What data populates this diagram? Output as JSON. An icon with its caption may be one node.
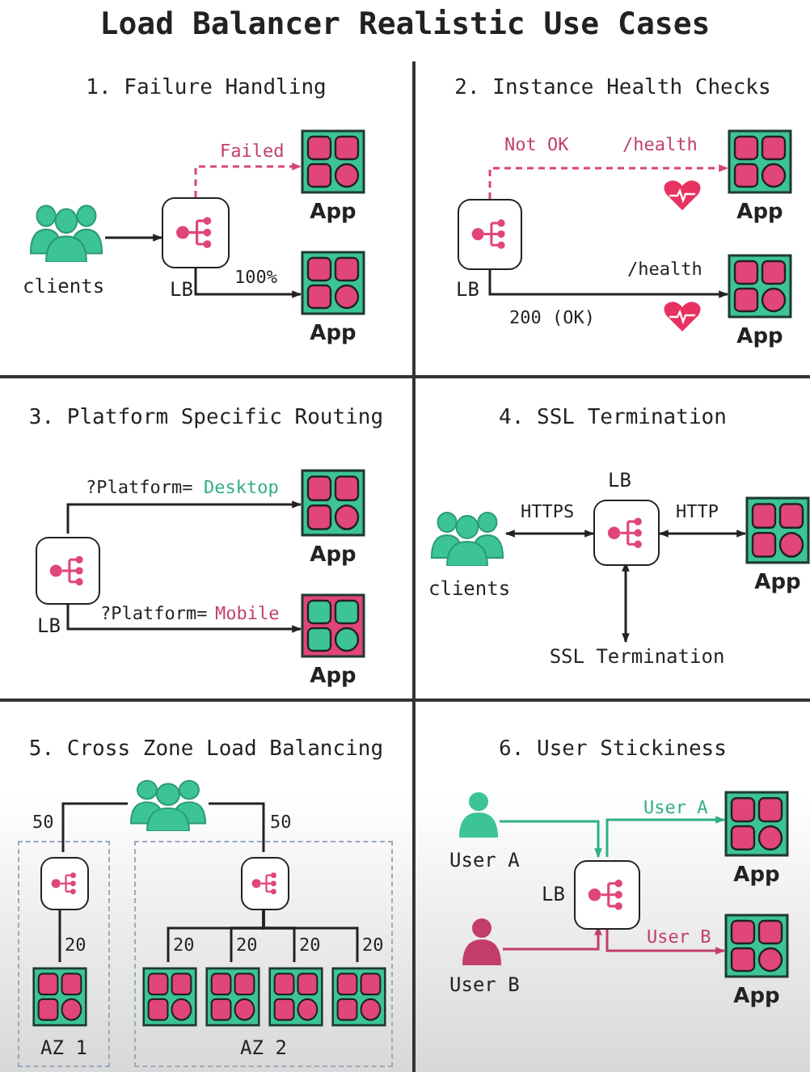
{
  "diagram": {
    "title": "Load Balancer Realistic Use Cases",
    "nodes": [
      {
        "text": [
          "1. Failure Handling"
        ]
      },
      {
        "text": [
          "clients"
        ],
        "in": 0
      },
      {
        "text": [
          "LB"
        ],
        "in": 0
      },
      {
        "text": [
          "App"
        ],
        "in": 0
      },
      {
        "text": [
          "App"
        ],
        "in": 0
      },
      {
        "text": [
          "2. Instance Health Checks"
        ]
      },
      {
        "text": [
          "LB"
        ],
        "in": 5
      },
      {
        "text": [
          "App"
        ],
        "in": 5
      },
      {
        "text": [
          "App"
        ],
        "in": 5
      },
      {
        "text": [
          "3. Platform Specific Routing"
        ]
      },
      {
        "text": [
          "LB"
        ],
        "in": 9
      },
      {
        "text": [
          "App"
        ],
        "in": 9
      },
      {
        "text": [
          "App"
        ],
        "in": 9
      },
      {
        "text": [
          "4. SSL Termination"
        ]
      },
      {
        "text": [
          "clients"
        ],
        "in": 13
      },
      {
        "text": [
          "LB"
        ],
        "in": 13
      },
      {
        "text": [
          "App"
        ],
        "in": 13
      },
      {
        "text": [
          "SSL Termination"
        ],
        "in": 13
      },
      {
        "text": [
          "5. Cross Zone Load Balancing"
        ]
      },
      {
        "text": [],
        "shape": "person",
        "in": 18
      },
      {
        "text": [
          "AZ 1"
        ],
        "in": 18
      },
      {
        "text": [],
        "shape": "box",
        "in": 20
      },
      {
        "text": [],
        "shape": "box",
        "in": 20
      },
      {
        "text": [
          "AZ 2"
        ],
        "in": 18
      },
      {
        "text": [],
        "shape": "box",
        "in": 23
      },
      {
        "text": [],
        "shape": "box",
        "in": 23
      },
      {
        "text": [],
        "shape": "box",
        "in": 23
      },
      {
        "text": [],
        "shape": "box",
        "in": 23
      },
      {
        "text": [],
        "shape": "box",
        "in": 23
      },
      {
        "text": [
          "6. User Stickiness"
        ]
      },
      {
        "text": [
          "User A"
        ],
        "in": 29
      },
      {
        "text": [
          "User B"
        ],
        "in": 29
      },
      {
        "text": [
          "LB"
        ],
        "in": 29
      },
      {
        "text": [
          "App"
        ],
        "in": 29
      },
      {
        "text": [
          "App"
        ],
        "in": 29
      }
    ],
    "edges": [
      {
        "from": 1,
        "to": 2,
        "arrow": "to"
      },
      {
        "from": 2,
        "to": 3,
        "arrow": "to",
        "label": "Failed",
        "style": "dashed",
        "color": "#d6457a"
      },
      {
        "from": 2,
        "to": 4,
        "arrow": "to",
        "label": "100%"
      },
      {
        "from": 6,
        "to": 7,
        "arrow": "to",
        "label": "/health",
        "style": "dashed",
        "color": "#d6457a"
      },
      {
        "from": 6,
        "to": 8,
        "arrow": "to",
        "label": "/health"
      },
      {
        "from": 10,
        "to": 11,
        "arrow": "to",
        "label": "?Platform="
      },
      {
        "from": 10,
        "to": 12,
        "arrow": "to",
        "label": "?Platform="
      },
      {
        "from": 14,
        "to": 15,
        "arrow": "both",
        "label": "HTTPS"
      },
      {
        "from": 15,
        "to": 16,
        "arrow": "both",
        "label": "HTTP"
      },
      {
        "from": 15,
        "to": 17,
        "arrow": "both"
      },
      {
        "from": 19,
        "to": 21,
        "arrow": "none",
        "label": "50"
      },
      {
        "from": 19,
        "to": 24,
        "arrow": "none",
        "label": "50"
      },
      {
        "from": 21,
        "to": 22,
        "arrow": "none",
        "label": "20"
      },
      {
        "from": 24,
        "to": 25,
        "arrow": "none",
        "label": "20"
      },
      {
        "from": 24,
        "to": 26,
        "arrow": "none",
        "label": "20"
      },
      {
        "from": 24,
        "to": 27,
        "arrow": "none",
        "label": "20"
      },
      {
        "from": 24,
        "to": 28,
        "arrow": "none",
        "label": "20"
      },
      {
        "from": 30,
        "to": 32,
        "arrow": "to",
        "color": "#2fae86"
      },
      {
        "from": 31,
        "to": 32,
        "arrow": "to",
        "color": "#c23d6c"
      },
      {
        "from": 32,
        "to": 33,
        "arrow": "to",
        "label": "User A",
        "color": "#2fae86"
      },
      {
        "from": 32,
        "to": 34,
        "arrow": "to",
        "label": "User B",
        "color": "#c23d6c"
      }
    ],
    "labels": [
      "Not OK",
      "200 (OK)",
      "Desktop",
      "Mobile"
    ]
  }
}
